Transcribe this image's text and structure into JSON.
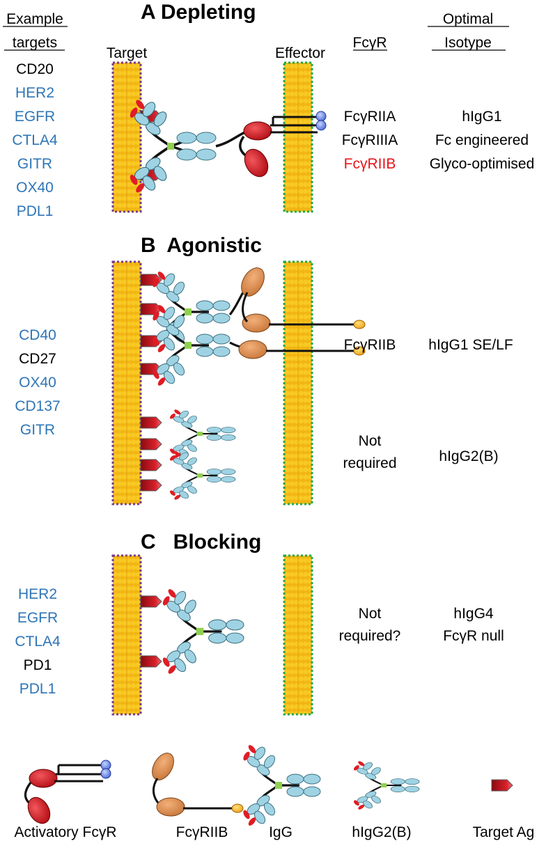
{
  "headers": {
    "example_targets_1": "Example",
    "example_targets_2": "targets",
    "target": "Target",
    "effector": "Effector",
    "fcgr": "FcγR",
    "optimal_1": "Optimal",
    "optimal_2": "Isotype"
  },
  "colors": {
    "black_target": "#000000",
    "blue_target": "#2e75b6",
    "red_receptor": "#e8151b",
    "target_membrane_border": "#7a3a8c",
    "effector_membrane_border": "#1ea84a",
    "lipid": "#f7c11a",
    "ig_domain": "#9fd3e3",
    "fc_hinge": "#8fd14f",
    "activatory": "#c8101a",
    "inhibitory": "#d6894a"
  },
  "section_a": {
    "title": "A Depleting",
    "targets": [
      {
        "label": "CD20",
        "color": "black"
      },
      {
        "label": "HER2",
        "color": "blue"
      },
      {
        "label": "EGFR",
        "color": "blue"
      },
      {
        "label": "CTLA4",
        "color": "blue"
      },
      {
        "label": "GITR",
        "color": "blue"
      },
      {
        "label": "OX40",
        "color": "blue"
      },
      {
        "label": "PDL1",
        "color": "blue"
      }
    ],
    "fcgr": [
      {
        "label": "FcγRIIA",
        "color": "black"
      },
      {
        "label": "FcγRIIIA",
        "color": "black"
      },
      {
        "label": "FcγRIIB",
        "color": "red"
      }
    ],
    "isotype": [
      "hIgG1",
      "Fc engineered",
      "Glyco-optimised"
    ]
  },
  "section_b": {
    "title": "B  Agonistic",
    "targets": [
      {
        "label": "CD40",
        "color": "blue"
      },
      {
        "label": "CD27",
        "color": "black"
      },
      {
        "label": "OX40",
        "color": "blue"
      },
      {
        "label": "CD137",
        "color": "blue"
      },
      {
        "label": "GITR",
        "color": "blue"
      }
    ],
    "fcgr_1": "FcγRIIB",
    "isotype_1": "hIgG1 SE/LF",
    "fcgr_2a": "Not",
    "fcgr_2b": "required",
    "isotype_2": "hIgG2(B)"
  },
  "section_c": {
    "title": "C   Blocking",
    "targets": [
      {
        "label": "HER2",
        "color": "blue"
      },
      {
        "label": "EGFR",
        "color": "blue"
      },
      {
        "label": "CTLA4",
        "color": "blue"
      },
      {
        "label": "PD1",
        "color": "black"
      },
      {
        "label": "PDL1",
        "color": "blue"
      }
    ],
    "fcgr_a": "Not",
    "fcgr_b": "required?",
    "isotype_a": "hIgG4",
    "isotype_b": "FcγR null"
  },
  "legend": [
    "Activatory FcγR",
    "FcγRIIB",
    "IgG",
    "hIgG2(B)",
    "Target Ag"
  ]
}
